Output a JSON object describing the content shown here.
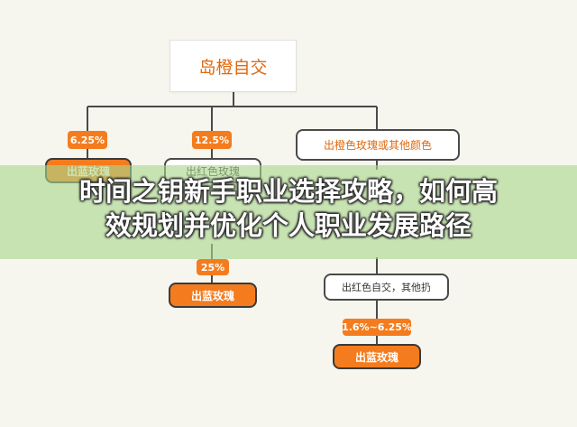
{
  "diagram": {
    "root": "岛橙自交",
    "branches": [
      {
        "rate": "6.25%",
        "result": "出蓝玫瑰"
      },
      {
        "rate": "12.5%",
        "result": "出红色玫瑰"
      },
      {
        "step": "出橙色玫瑰或其他颜色"
      }
    ],
    "second_rate": "25%",
    "second_result": "出蓝玫瑰",
    "right_step": "出红色自交，其他扔",
    "right_rate": "1.6%~6.25%",
    "right_result": "出蓝玫瑰"
  },
  "banner": {
    "title_line1": "时间之钥新手职业选择攻略，如何高",
    "title_line2": "效规划并优化个人职业发展路径"
  },
  "colors": {
    "accent": "#f47c1e",
    "line": "#4a4a4a",
    "banner": "#aad68c"
  }
}
